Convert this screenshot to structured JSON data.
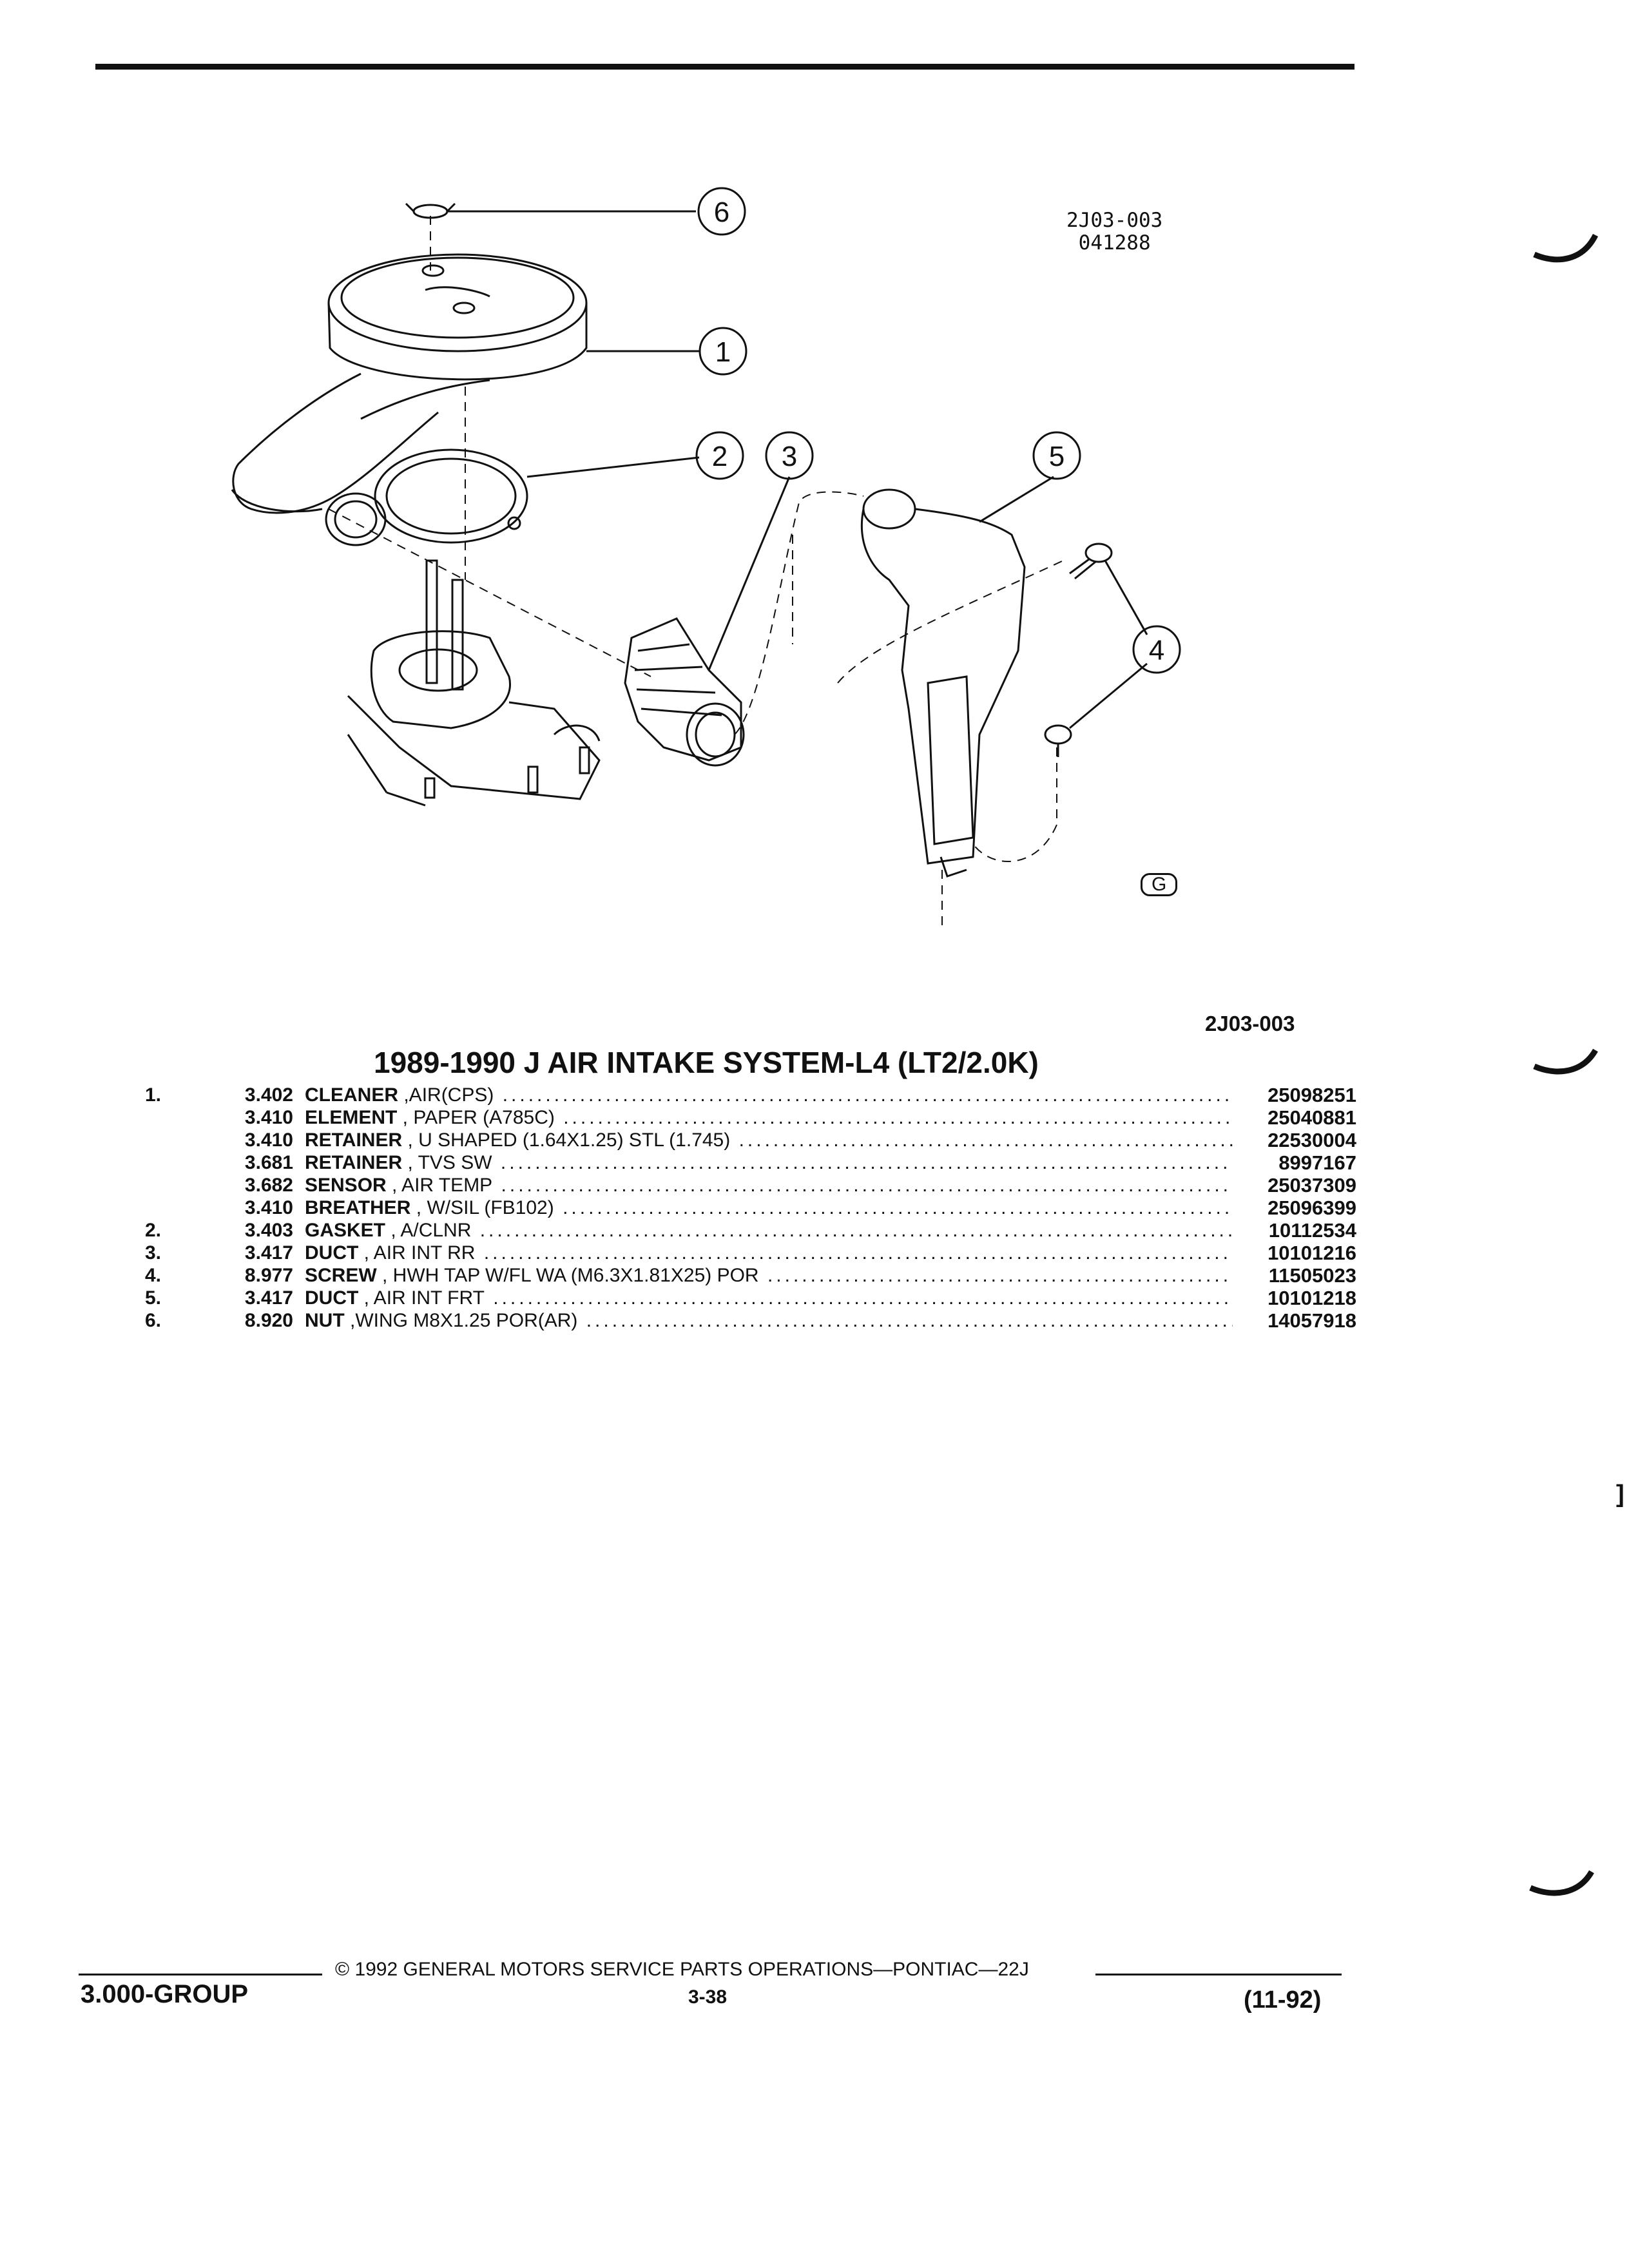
{
  "figure": {
    "code_line1": "2J03-003",
    "code_line2": "041288",
    "corner_symbol": "G",
    "reference": "2J03-003",
    "callouts": [
      "1",
      "2",
      "3",
      "4",
      "5",
      "6"
    ]
  },
  "title": "1989-1990 J AIR INTAKE SYSTEM-L4 (LT2/2.0K)",
  "parts": [
    {
      "item": "1.",
      "group": "3.402",
      "name": "CLEANER",
      "detail": " ,AIR(CPS)",
      "part_no": "25098251"
    },
    {
      "item": "",
      "group": "3.410",
      "name": "ELEMENT",
      "detail": " , PAPER (A785C)",
      "part_no": "25040881"
    },
    {
      "item": "",
      "group": "3.410",
      "name": "RETAINER",
      "detail": " , U SHAPED (1.64X1.25) STL (1.745)",
      "part_no": "22530004"
    },
    {
      "item": "",
      "group": "3.681",
      "name": "RETAINER",
      "detail": " , TVS SW",
      "part_no": "8997167"
    },
    {
      "item": "",
      "group": "3.682",
      "name": "SENSOR",
      "detail": " , AIR TEMP",
      "part_no": "25037309"
    },
    {
      "item": "",
      "group": "3.410",
      "name": "BREATHER",
      "detail": " , W/SIL (FB102)",
      "part_no": "25096399"
    },
    {
      "item": "2.",
      "group": "3.403",
      "name": "GASKET",
      "detail": " , A/CLNR",
      "part_no": "10112534"
    },
    {
      "item": "3.",
      "group": "3.417",
      "name": "DUCT",
      "detail": " , AIR INT RR",
      "part_no": "10101216"
    },
    {
      "item": "4.",
      "group": "8.977",
      "name": "SCREW",
      "detail": " , HWH TAP W/FL WA (M6.3X1.81X25) POR",
      "part_no": "11505023"
    },
    {
      "item": "5.",
      "group": "3.417",
      "name": "DUCT",
      "detail": " , AIR INT FRT",
      "part_no": "10101218"
    },
    {
      "item": "6.",
      "group": "8.920",
      "name": "NUT",
      "detail": " ,WING M8X1.25 POR(AR)",
      "part_no": "14057918"
    }
  ],
  "footer": {
    "group": "3.000-GROUP",
    "copyright": "© 1992 GENERAL MOTORS SERVICE PARTS OPERATIONS—PONTIAC—22J",
    "page": "3-38",
    "date": "(11-92)"
  },
  "edge_mark": "]"
}
